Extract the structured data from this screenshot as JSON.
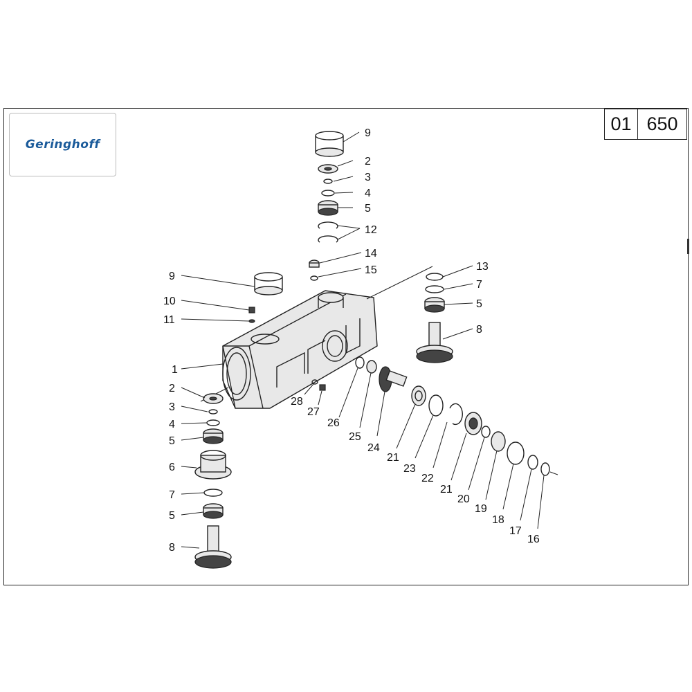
{
  "brand": {
    "logo_text": "Geringhoff"
  },
  "page_code": {
    "group": "01",
    "number": "650"
  },
  "labels": {
    "l9a": "9",
    "l2a": "2",
    "l3a": "3",
    "l4a": "4",
    "l5a": "5",
    "l12": "12",
    "l14": "14",
    "l15": "15",
    "l13": "13",
    "l7a": "7",
    "l5b": "5",
    "l8a": "8",
    "l9b": "9",
    "l10": "10",
    "l11": "11",
    "l1": "1",
    "l2b": "2",
    "l3b": "3",
    "l4b": "4",
    "l5c": "5",
    "l6": "6",
    "l7b": "7",
    "l5d": "5",
    "l8b": "8",
    "l28": "28",
    "l27": "27",
    "l26": "26",
    "l25": "25",
    "l24": "24",
    "l21a": "21",
    "l23": "23",
    "l22": "22",
    "l21b": "21",
    "l20": "20",
    "l19": "19",
    "l18": "18",
    "l17": "17",
    "l16": "16"
  },
  "colors": {
    "logo": "#1a5a9a",
    "line": "#222222"
  }
}
